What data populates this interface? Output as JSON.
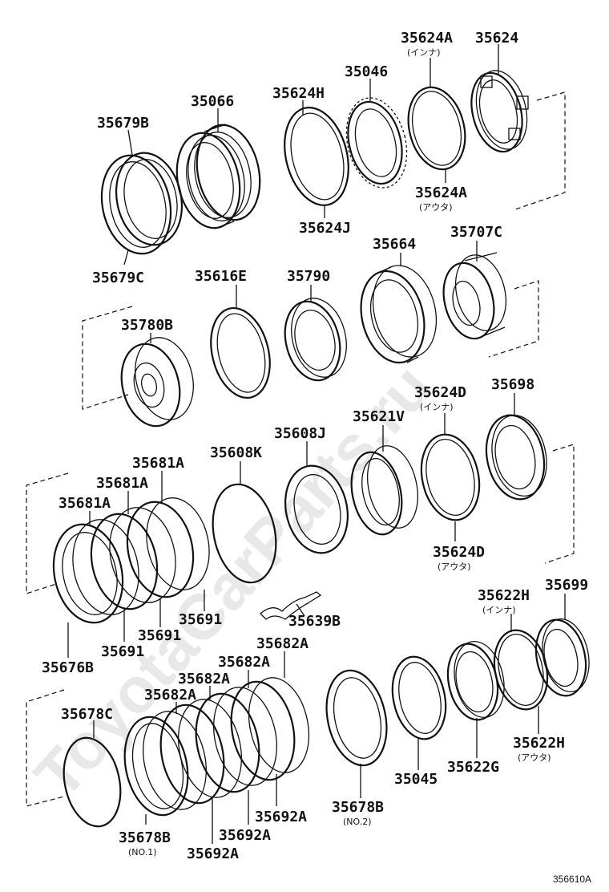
{
  "labels": {
    "p35679B": "35679B",
    "p35679C": "35679C",
    "p35066": "35066",
    "p35624H": "35624H",
    "p35624J": "35624J",
    "p35046": "35046",
    "p35624A_top": "35624A",
    "p35624A_top_sub": "(インナ)",
    "p35624A_bot": "35624A",
    "p35624A_bot_sub": "(アウタ)",
    "p35624": "35624",
    "p35616E": "35616E",
    "p35790": "35790",
    "p35664": "35664",
    "p35707C": "35707C",
    "p35780B": "35780B",
    "p35624D_top": "35624D",
    "p35624D_top_sub": "(インナ)",
    "p35624D_bot": "35624D",
    "p35624D_bot_sub": "(アウタ)",
    "p35698": "35698",
    "p35621V": "35621V",
    "p35608J": "35608J",
    "p35608K": "35608K",
    "p35681A_1": "35681A",
    "p35681A_2": "35681A",
    "p35681A_3": "35681A",
    "p35691_1": "35691",
    "p35691_2": "35691",
    "p35691_3": "35691",
    "p35676B": "35676B",
    "p35639B": "35639B",
    "p35622H_top": "35622H",
    "p35622H_top_sub": "(インナ)",
    "p35622H_bot": "35622H",
    "p35622H_bot_sub": "(アウタ)",
    "p35699": "35699",
    "p35622G": "35622G",
    "p35045": "35045",
    "p35678B_no2": "35678B",
    "p35678B_no2_sub": "(NO.2)",
    "p35682A_1": "35682A",
    "p35682A_2": "35682A",
    "p35682A_3": "35682A",
    "p35682A_4": "35682A",
    "p35678C": "35678C",
    "p35678B_no1": "35678B",
    "p35678B_no1_sub": "(NO.1)",
    "p35692A_1": "35692A",
    "p35692A_2": "35692A",
    "p35692A_3": "35692A",
    "figure_no": "356610A"
  },
  "watermark": "ToyotaCarParts.ru",
  "colors": {
    "line": "#111111",
    "background": "#ffffff",
    "watermark": "#e8e8e8"
  }
}
